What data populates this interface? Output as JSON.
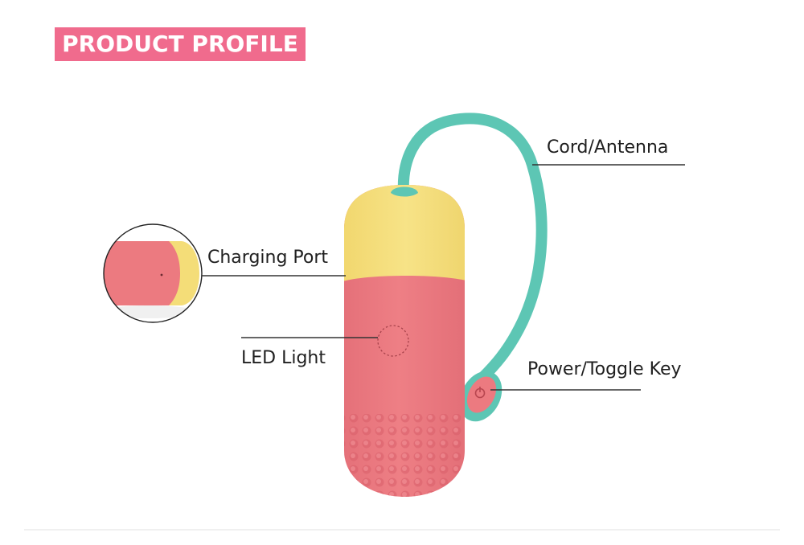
{
  "title": "PRODUCT PROFILE",
  "labels": {
    "cord": "Cord/Antenna",
    "charging_port": "Charging Port",
    "led": "LED Light",
    "power": "Power/Toggle Key"
  },
  "colors": {
    "title_bg": "#f06b8d",
    "body_pink": "#ec7a80",
    "cap_yellow": "#f4dd78",
    "cord_teal": "#5dc6b4",
    "leader_line": "#333333"
  },
  "icons": {
    "power": "power-icon"
  }
}
